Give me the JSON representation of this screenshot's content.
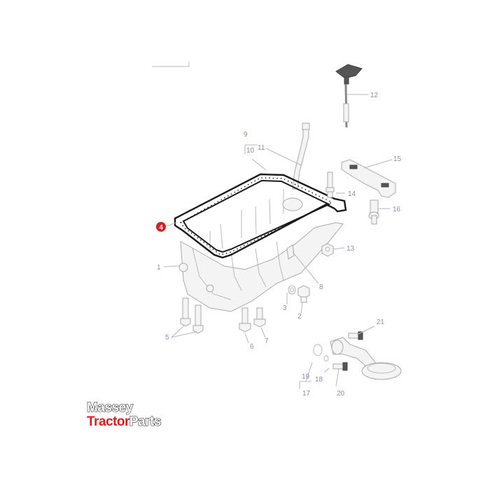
{
  "callouts": {
    "c1": "1",
    "c2": "2",
    "c3": "3",
    "c4": "4",
    "c5": "5",
    "c6": "6",
    "c7": "7",
    "c8": "8",
    "c9": "9",
    "c10": "10",
    "c11": "11",
    "c12": "12",
    "c13": "13",
    "c14": "14",
    "c15": "15",
    "c16": "16",
    "c17": "17",
    "c18": "18",
    "c19": "19",
    "c20": "20",
    "c21": "21"
  },
  "highlighted_callout": "4",
  "colors": {
    "highlight": "#d7201f",
    "callout_text": "#8a8ea6",
    "gasket_outline": "#1a1a1a"
  },
  "logo": {
    "line1": "Massey",
    "line2_red": "Tractor",
    "line2_rest": "Parts"
  }
}
